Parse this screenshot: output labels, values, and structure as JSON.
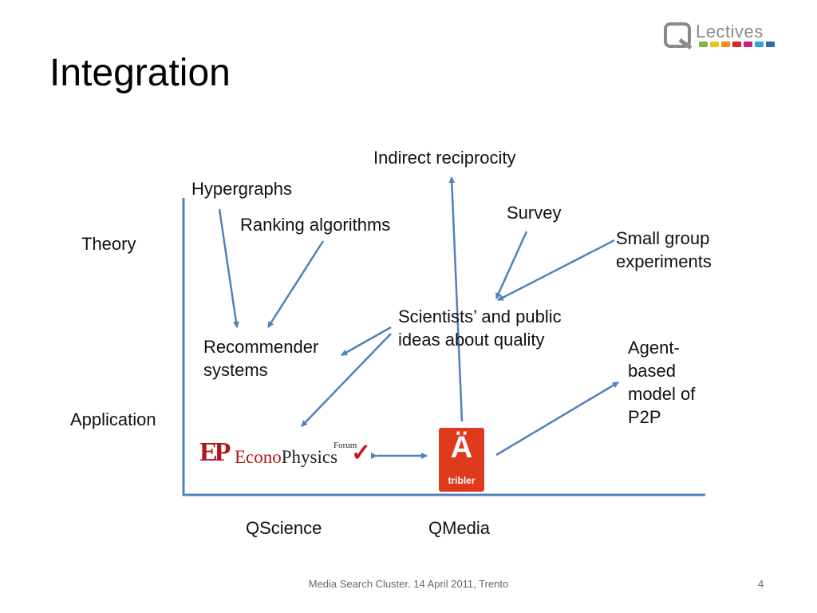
{
  "slide": {
    "title": "Integration",
    "footer": "Media Search Cluster. 14 April 2011, Trento",
    "page_number": "4"
  },
  "logo": {
    "text": "Lectives",
    "colors": [
      "#7ab648",
      "#e8c41b",
      "#f28c1e",
      "#e0242f",
      "#c2237e",
      "#2aa7df",
      "#2b6db3"
    ]
  },
  "diagram": {
    "axis_color": "#4f81bd",
    "y_labels": {
      "top": "Theory",
      "bottom": "Application"
    },
    "x_labels": {
      "left": "QScience",
      "right": "QMedia"
    },
    "nodes": {
      "hypergraphs": "Hypergraphs",
      "ranking": "Ranking algorithms",
      "indirect": "Indirect reciprocity",
      "survey": "Survey",
      "small_group_1": "Small group",
      "small_group_2": "experiments",
      "scientists_1": "Scientists’ and public",
      "scientists_2": "ideas about quality",
      "recommender_1": "Recommender",
      "recommender_2": "systems",
      "agent_1": "Agent-",
      "agent_2": "based",
      "agent_3": "model of",
      "agent_4": "P2P"
    },
    "logos": {
      "econophysics_mark": "EP",
      "econophysics_name_a": "Econo",
      "econophysics_name_b": "Physics",
      "econophysics_forum": "Forum",
      "tribler": "tribler"
    }
  }
}
